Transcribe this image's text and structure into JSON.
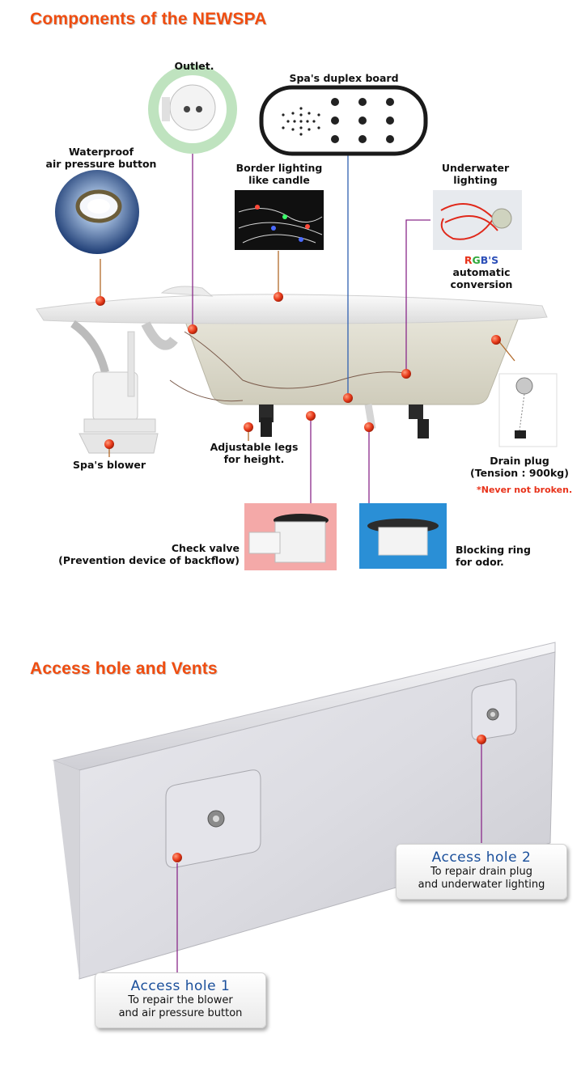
{
  "section1": {
    "title": "Components of the NEWSPA"
  },
  "labels": {
    "outlet": "Outlet.",
    "duplex_board": "Spa's duplex board",
    "waterproof_line1": "Waterproof",
    "waterproof_line2": "air pressure button",
    "border_line1": "Border lighting",
    "border_line2": "like candle",
    "underwater_line1": "Underwater",
    "underwater_line2": "lighting",
    "rgb_r": "R",
    "rgb_g": "G",
    "rgb_b": "B",
    "rgb_rest": "'S",
    "automatic": "automatic",
    "conversion": "conversion",
    "blower": "Spa's blower",
    "legs_line1": "Adjustable legs",
    "legs_line2": "for height.",
    "drain_line1": "Drain plug",
    "drain_line2": "(Tension : 900kg)",
    "drain_note": "*Never not broken.",
    "check_line1": "Check valve",
    "check_line2": "(Prevention device of backflow)",
    "ring_line1": "Blocking ring",
    "ring_line2": "for odor."
  },
  "section2": {
    "title": "Access hole and Vents"
  },
  "access1": {
    "title": "Access hole 1",
    "line1": "To repair the blower",
    "line2": "and air pressure button"
  },
  "access2": {
    "title": "Access hole 2",
    "line1": "To repair drain plug",
    "line2": "and underwater lighting"
  },
  "colors": {
    "title_orange": "#f04d10",
    "callout_blue": "#1a4f9b",
    "leader_purple": "#8a2a8a",
    "dot_red": "#e83a1a"
  }
}
